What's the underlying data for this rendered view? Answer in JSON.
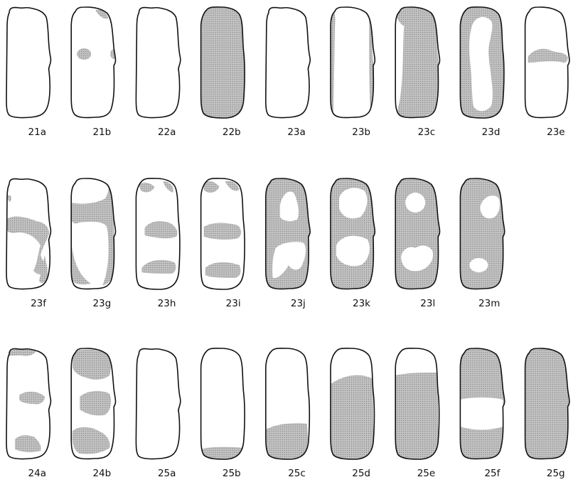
{
  "figure": {
    "fill_color": "#b9b9b9",
    "outline_color": "#111111",
    "rows": [
      [
        {
          "label": "21a",
          "variant": 0,
          "pattern": "none"
        },
        {
          "label": "21b",
          "variant": 1,
          "pattern": "21b"
        },
        {
          "label": "22a",
          "variant": 0,
          "pattern": "none"
        },
        {
          "label": "22b",
          "variant": 2,
          "pattern": "full"
        },
        {
          "label": "23a",
          "variant": 0,
          "pattern": "none"
        },
        {
          "label": "23b",
          "variant": 1,
          "pattern": "23b"
        },
        {
          "label": "23c",
          "variant": 1,
          "pattern": "23c"
        },
        {
          "label": "23d",
          "variant": 2,
          "pattern": "23d"
        },
        {
          "label": "23e",
          "variant": 1,
          "pattern": "23e"
        }
      ],
      [
        {
          "label": "23f",
          "variant": 0,
          "pattern": "23f"
        },
        {
          "label": "23g",
          "variant": 1,
          "pattern": "23g"
        },
        {
          "label": "23h",
          "variant": 2,
          "pattern": "23h"
        },
        {
          "label": "23i",
          "variant": 2,
          "pattern": "23i"
        },
        {
          "label": "23j",
          "variant": 1,
          "pattern": "23j"
        },
        {
          "label": "23k",
          "variant": 1,
          "pattern": "23k"
        },
        {
          "label": "23l",
          "variant": 1,
          "pattern": "23l"
        },
        {
          "label": "23m",
          "variant": 1,
          "pattern": "23m"
        }
      ],
      [
        {
          "label": "24a",
          "variant": 0,
          "pattern": "24a"
        },
        {
          "label": "24b",
          "variant": 1,
          "pattern": "24b"
        },
        {
          "label": "25a",
          "variant": 0,
          "pattern": "none"
        },
        {
          "label": "25b",
          "variant": 2,
          "pattern": "25b"
        },
        {
          "label": "25c",
          "variant": 2,
          "pattern": "25c"
        },
        {
          "label": "25d",
          "variant": 2,
          "pattern": "25d"
        },
        {
          "label": "25e",
          "variant": 2,
          "pattern": "25e"
        },
        {
          "label": "25f",
          "variant": 1,
          "pattern": "25f"
        },
        {
          "label": "25g",
          "variant": 1,
          "pattern": "full"
        }
      ]
    ]
  }
}
